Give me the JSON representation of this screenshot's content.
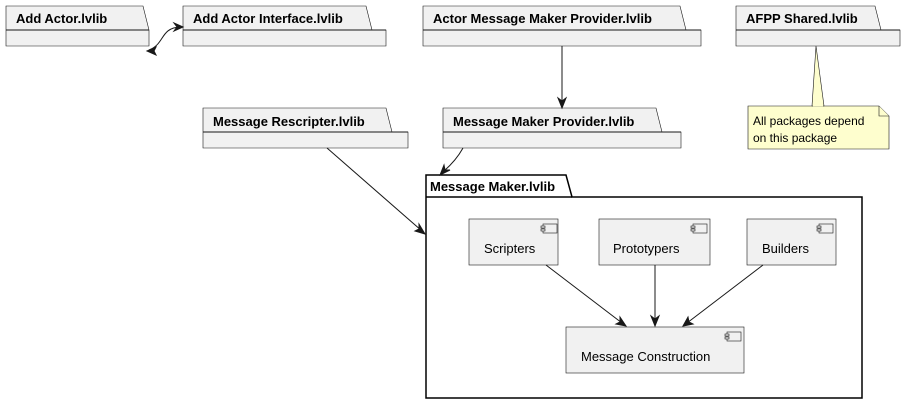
{
  "packages": {
    "add_actor": "Add Actor.lvlib",
    "add_actor_interface": "Add Actor Interface.lvlib",
    "actor_message_maker_provider": "Actor Message Maker Provider.lvlib",
    "afpp_shared": "AFPP Shared.lvlib",
    "message_rescripter": "Message Rescripter.lvlib",
    "message_maker_provider": "Message Maker Provider.lvlib",
    "message_maker": "Message Maker.lvlib"
  },
  "components": {
    "scripters": "Scripters",
    "prototypers": "Prototypers",
    "builders": "Builders",
    "message_construction": "Message Construction"
  },
  "note": {
    "line1": "All packages depend",
    "line2": "on this package"
  },
  "colors": {
    "fill": "#f1f1f1",
    "line": "#181818",
    "note_fill": "#fefece"
  }
}
